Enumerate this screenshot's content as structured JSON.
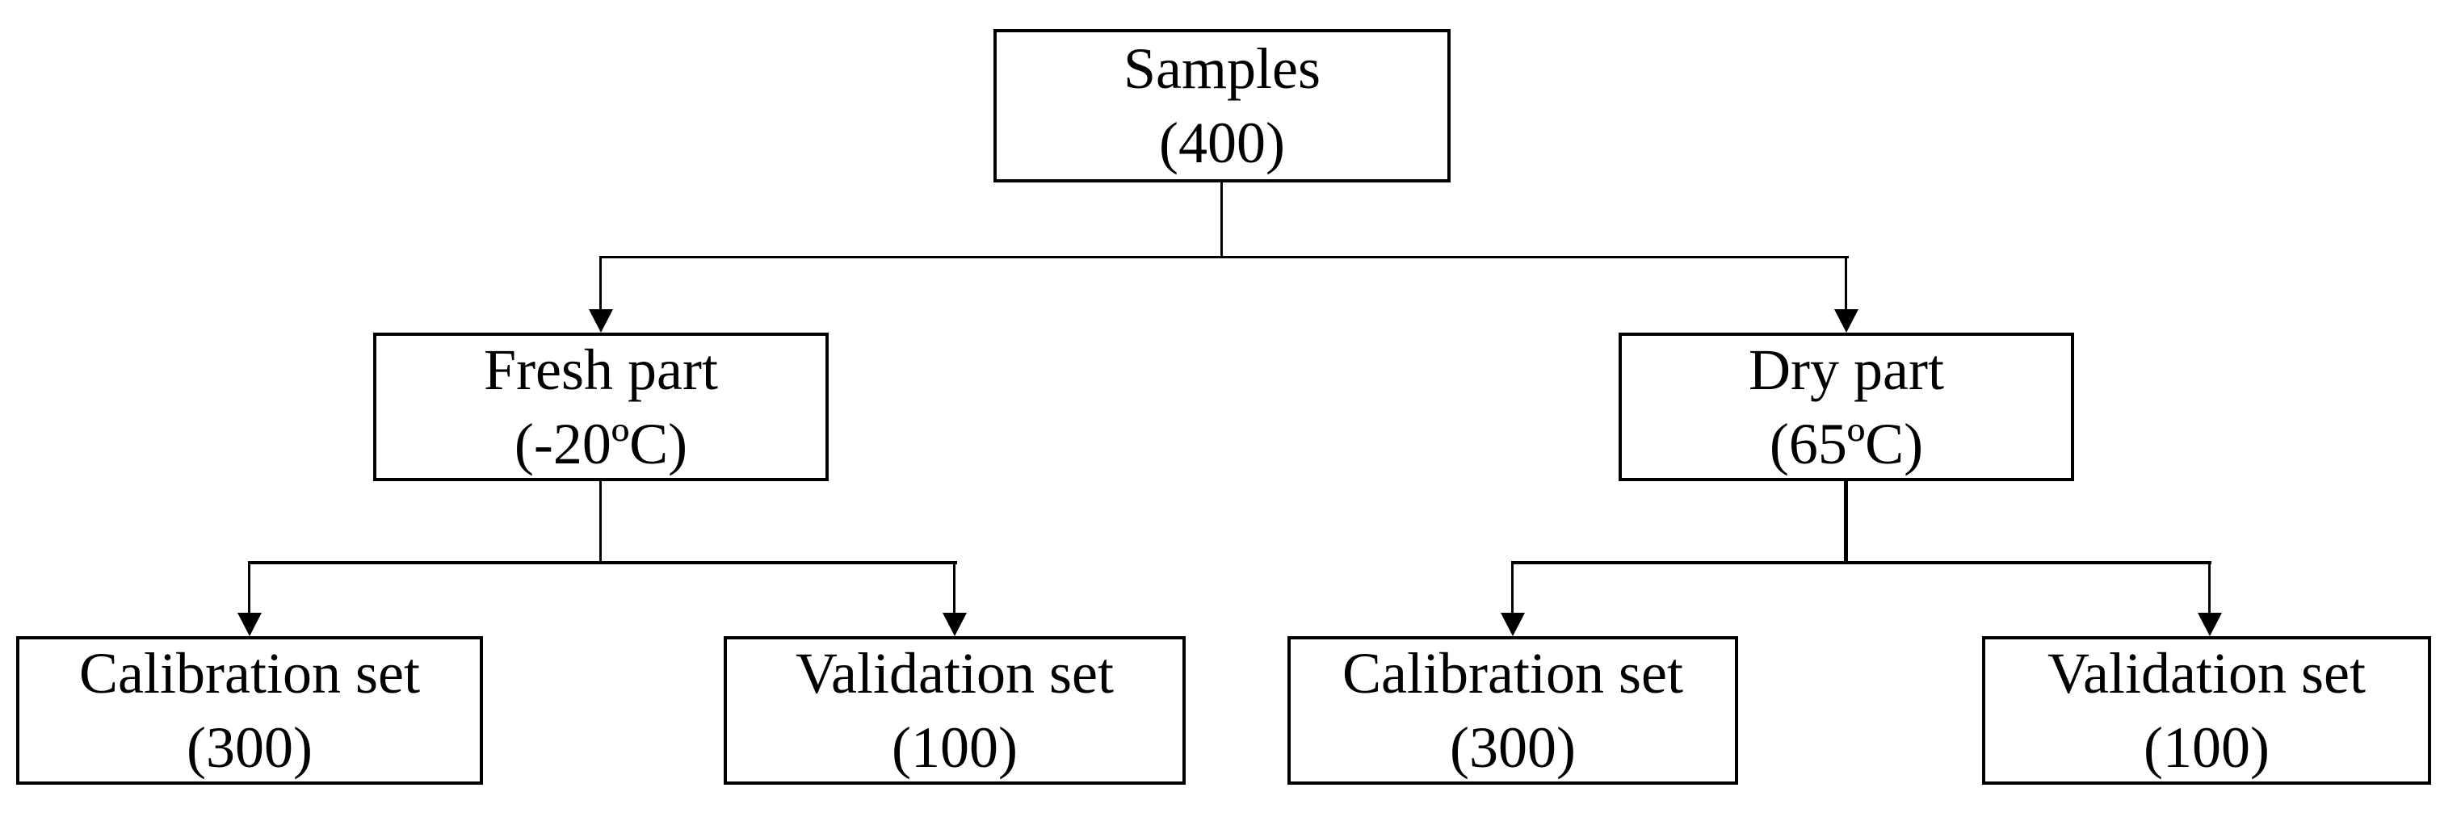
{
  "figure": {
    "type": "flowchart-tree",
    "background_color": "#ffffff",
    "line_color": "#000000",
    "text_color": "#000000",
    "nodes": {
      "samples": {
        "label": "Samples",
        "value": "(400)"
      },
      "fresh": {
        "label": "Fresh part",
        "value": "(-20ºC)"
      },
      "dry": {
        "label": "Dry part",
        "value": "(65ºC)"
      },
      "fresh_calibration": {
        "label": "Calibration set",
        "value": "(300)"
      },
      "fresh_validation": {
        "label": "Validation set",
        "value": "(100)"
      },
      "dry_calibration": {
        "label": "Calibration set",
        "value": "(300)"
      },
      "dry_validation": {
        "label": "Validation set",
        "value": "(100)"
      }
    },
    "edges": [
      {
        "from": "samples",
        "to": "fresh"
      },
      {
        "from": "samples",
        "to": "dry"
      },
      {
        "from": "fresh",
        "to": "fresh_calibration"
      },
      {
        "from": "fresh",
        "to": "fresh_validation"
      },
      {
        "from": "dry",
        "to": "dry_calibration"
      },
      {
        "from": "dry",
        "to": "dry_validation"
      }
    ]
  }
}
